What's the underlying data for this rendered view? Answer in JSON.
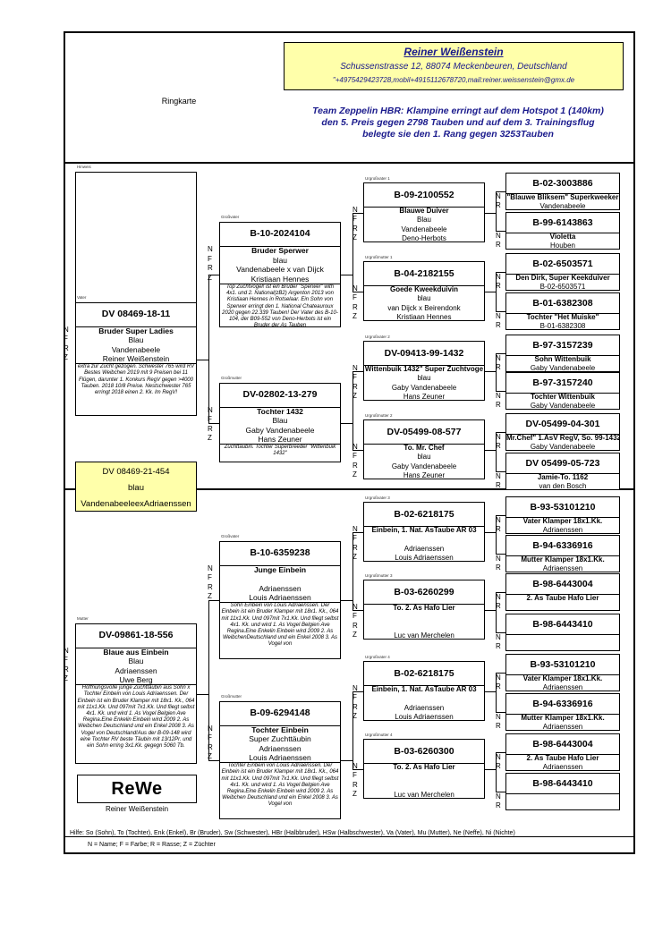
{
  "header": {
    "name": "Reiner Weißenstein",
    "address": "Schussenstrasse 12, 88074 Meckenbeuren, Deutschland",
    "contact": "\"+4975429423728,mobil+4915112678720,mail:reiner.weissenstein@gmx.de",
    "ringkarte": "Ringkarte",
    "team_line1": "Team Zeppelin HBR: Klampine erringt auf dem Hotspot 1 (140km)",
    "team_line2": "den 5. Preis gegen 2798 Tauben und auf dem 3. Trainingsflug",
    "team_line3": "belegte sie den 1. Rang gegen 3253Tauben"
  },
  "hinweis_label": "Hinweis",
  "labels": {
    "vater": "Vater",
    "mutter": "Mutter",
    "grossvater": "Großvater",
    "grossmutter": "Großmutter",
    "urgrossvater_1": "Urgroßvater 1",
    "urgrossmutter_1": "Urgroßmutter 1",
    "urgrossvater_2": "Urgroßvater 2",
    "urgrossmutter_2": "Urgroßmutter 2",
    "urgrossvater_3": "Urgroßvater 3",
    "urgrossmutter_3": "Urgroßmutter 3",
    "urgrossvater_4": "Urgroßvater 4",
    "urgrossmutter_4": "Urgroßmutter 4"
  },
  "nfrz": {
    "n": "N",
    "f": "F",
    "r": "R",
    "z": "Z"
  },
  "main_pigeon": {
    "ring": "DV 08469-21-454",
    "color": "blau",
    "breed": "VandenabeeleexAdriaenssen"
  },
  "father": {
    "ring": "DV 08469-18-11",
    "name": "Bruder Super Ladies",
    "color": "Blau",
    "breed": "Vandenabeele",
    "breeder": "Reiner Weißenstein",
    "note": "extra zur Zucht gezogen. Schwester 765 wird RV Bestes Weibchen 2019 mit 9 Preisen bei 11 Flügen, darunter 1. Konkurs RegV gegen >4000 Tauben. 2018 10/8 Preise. Nestschwester 765 erringt 2018 einen 2. Kk. Im RegV!"
  },
  "mother": {
    "ring": "DV-09861-18-556",
    "name": "Blaue aus Einbein",
    "color": "Blau",
    "breed": "Adriaenssen",
    "breeder": "Uwe Berg",
    "note": "Hoffnungsvolle junge Zuchttäubin aus Sohn x Tochter Einbein von Louis Adriaenssen. Der Einbein ist ein Bruder Klamper mit 18x1. Kk., 064 mit 11x1.Kk. Und 097mit 7x1.Kk. Und fliegt selbst 4x1. Kk. und wird 1. As Vogel Belgien Ave Regina.Eine Enkelin Einbein wird 2009 2. As Weibchen Deutschland und ein Enkel 2008 3. As Vogel von Deutschland!Aus der B-09-148 wird eine Tochter RV beste Täubin mit 13/12Pr. und ein Sohn erring 3x1.Kk. gegegn 5060 Tb."
  },
  "gf_father": {
    "ring": "B-10-2024104",
    "name": "Bruder Sperwer",
    "color": "blau",
    "breed": "Vandenabeele x van Dijck",
    "breeder": "Kristiaan Hennes",
    "note": "Top Zuchtvogel! ist ein Bruder \"Sperwer\" with 4x1. und 2. National(zB2) Argenton 2013 von Kristiaan Hennes in Rotselaar. Ein Sohn von Sperwer erringt den 1. National Chateauroux 2020 gegen 22.339 Tauben! Der Vater des B-10-104, der B09-552 von Deno-Herbots ist ein Bruder der As Tauben"
  },
  "gm_father": {
    "ring": "DV-02802-13-279",
    "name": "Tochter 1432",
    "color": "Blau",
    "breed": "Gaby Vandenabeele",
    "breeder": "Hans Zeuner",
    "note": "Zuchttäubin. Tochter Superbreeder \"Wittenbuik 1432\""
  },
  "gf_mother": {
    "ring": "B-10-6359238",
    "name": "Junge Einbein",
    "color": "",
    "breed": "Adriaenssen",
    "breeder": "Louis Adriaenssen",
    "note": "Sohn Einbein von Louis Adriaenssen. Der Einbein ist ein Bruder Klamper mit 18x1. Kk., 064 mit 11x1.Kk. Und 097mit 7x1.Kk. Und fliegt selbst 4x1. Kk. und wird 1. As Vogel Belgien Ave Regina.Eine Enkelin Einbein wird 2009 2. As WeibchenDeutschland und ein Enkel 2008 3. As Vogel von"
  },
  "gm_mother": {
    "ring": "B-09-6294148",
    "name": "Tochter Einbein",
    "color": "Super Zuchttäubin",
    "breed": "Adriaenssen",
    "breeder": "Louis Adriaenssen",
    "note": "Tochter Einbein von Louis Adriaenssen. Der Einbein ist ein Bruder Klamper mit 18x1. Kk., 064 mit 11x1.Kk. Und 097mit 7x1.Kk. Und fliegt selbst 4x1. Kk. und wird 1. As Vogel Belgien Ave Regina.Eine Enkelin Einbein wird 2009 2. As Weibchen Deutschland und ein Enkel 2008 3. As Vogel von"
  },
  "ggp": [
    {
      "ring": "B-09-2100552",
      "name": "Blauwe Duiver",
      "color": "Blau",
      "breed": "Vandenabeele",
      "breeder": "Deno-Herbots"
    },
    {
      "ring": "B-04-2182155",
      "name": "Goede Kweekduivin",
      "color": "blau",
      "breed": "van Dijck x Beirendonk",
      "breeder": "Kristiaan Hennes"
    },
    {
      "ring": "DV-09413-99-1432",
      "name": "Wittenbuik 1432\" Super Zuchtvoge",
      "color": "blau",
      "breed": "Gaby Vandenabeele",
      "breeder": "Hans Zeuner"
    },
    {
      "ring": "DV-05499-08-577",
      "name": "To. Mr. Chef",
      "color": "blau",
      "breed": "Gaby Vandenabeele",
      "breeder": "Hans Zeuner"
    },
    {
      "ring": "B-02-6218175",
      "name": "Einbein, 1. Nat. AsTaube AR 03",
      "color": "",
      "breed": "Adriaenssen",
      "breeder": "Louis Adriaenssen"
    },
    {
      "ring": "B-03-6260299",
      "name": "To. 2. As Hafo Lier",
      "color": "",
      "breed": "",
      "breeder": "Luc van Merchelen"
    },
    {
      "ring": "B-02-6218175",
      "name": "Einbein, 1. Nat. AsTaube AR 03",
      "color": "",
      "breed": "Adriaenssen",
      "breeder": "Louis Adriaenssen"
    },
    {
      "ring": "B-03-6260300",
      "name": "To. 2. As Hafo Lier",
      "color": "",
      "breed": "",
      "breeder": "Luc van Merchelen"
    }
  ],
  "gggp": [
    {
      "ring": "B-02-3003886",
      "name": "\"Blauwe Bliksem\" Superkweeker",
      "breed": "Vandenabeele"
    },
    {
      "ring": "B-99-6143863",
      "name": "Violetta",
      "breed": "Houben"
    },
    {
      "ring": "B-02-6503571",
      "name": "Den Dirk, Super Keekduiver",
      "breed": "B-02-6503571"
    },
    {
      "ring": "B-01-6382308",
      "name": "Tochter \"Het Muiske\"",
      "breed": "B-01-6382308"
    },
    {
      "ring": "B-97-3157239",
      "name": "Sohn Wittenbuik",
      "breed": "Gaby Vandenabeele"
    },
    {
      "ring": "B-97-3157240",
      "name": "Tochter Wittenbuik",
      "breed": "Gaby Vandenabeele"
    },
    {
      "ring": "DV-05499-04-301",
      "name": "Mr.Chef\" 1.AsV RegV, So. 99-1432",
      "breed": "Gaby Vandenabeele"
    },
    {
      "ring": "DV 05499-05-723",
      "name": "Jamie-To. 1162",
      "breed": "van den Bosch"
    },
    {
      "ring": "B-93-53101210",
      "name": "Vater Klamper 18x1.Kk.",
      "breed": "Adriaenssen"
    },
    {
      "ring": "B-94-6336916",
      "name": "Mutter Klamper 18x1.Kk.",
      "breed": "Adriaenssen"
    },
    {
      "ring": "B-98-6443004",
      "name": "2. As Taube Hafo Lier",
      "breed": ""
    },
    {
      "ring": "B-98-6443410",
      "name": "",
      "breed": ""
    },
    {
      "ring": "B-93-53101210",
      "name": "Vater Klamper 18x1.Kk.",
      "breed": "Adriaenssen"
    },
    {
      "ring": "B-94-6336916",
      "name": "Mutter Klamper 18x1.Kk.",
      "breed": "Adriaenssen"
    },
    {
      "ring": "B-98-6443004",
      "name": "2. As Taube Hafo Lier",
      "breed": "Adriaenssen"
    },
    {
      "ring": "B-98-6443410",
      "name": "",
      "breed": ""
    }
  ],
  "logo": {
    "text": "ReWe",
    "owner": "Reiner Weißenstein"
  },
  "footer": {
    "help": "Hilfe: So (Sohn), To (Tochter), Enk (Enkel), Br (Bruder), Sw (Schwester), HBr (Halbbruder), HSw (Halbschwester), Va (Vater), Mu (Mutter), Ne (Neffe), Ni (Nichte)",
    "legend": "N = Name; F = Farbe; R = Rasse; Z = Züchter"
  }
}
